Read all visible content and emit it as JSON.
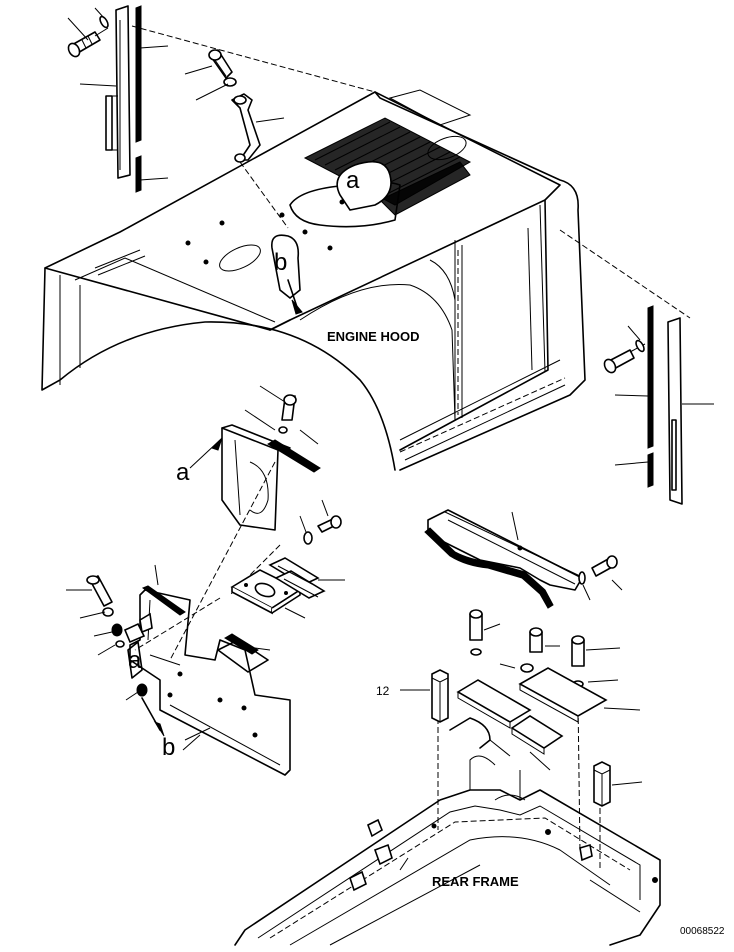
{
  "labels": {
    "engine_hood": "ENGINE HOOD",
    "rear_frame": "REAR FRAME",
    "callout_12": "12",
    "catalog_number": "00068522"
  },
  "reference_letters": {
    "a_top": "a",
    "b_top": "b",
    "a_left": "a",
    "a_plate": "a",
    "b_bottom": "b"
  }
}
